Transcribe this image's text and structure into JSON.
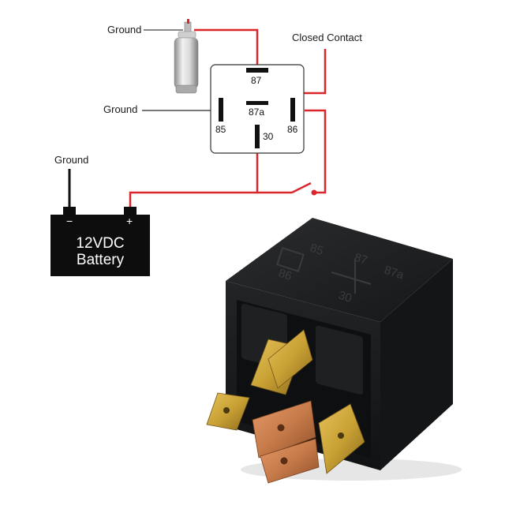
{
  "diagram": {
    "labels": {
      "ground_pump": "Ground",
      "ground_relay": "Ground",
      "ground_battery": "Ground",
      "closed_contact": "Closed Contact"
    },
    "relay_pins": {
      "p87": "87",
      "p87a": "87a",
      "p85": "85",
      "p86": "86",
      "p30": "30"
    },
    "battery": {
      "line1": "12VDC",
      "line2": "Battery",
      "minus": "−",
      "plus": "+"
    },
    "colors": {
      "wire": "#d9262b",
      "ground_wire": "#888888",
      "battery_body": "#0d0d0d",
      "relay_body": "#1c1d1e",
      "terminal_brass": "#c9a135",
      "terminal_copper": "#c77b4a"
    },
    "icons": [
      "fuel-pump-icon",
      "relay-photo"
    ]
  }
}
